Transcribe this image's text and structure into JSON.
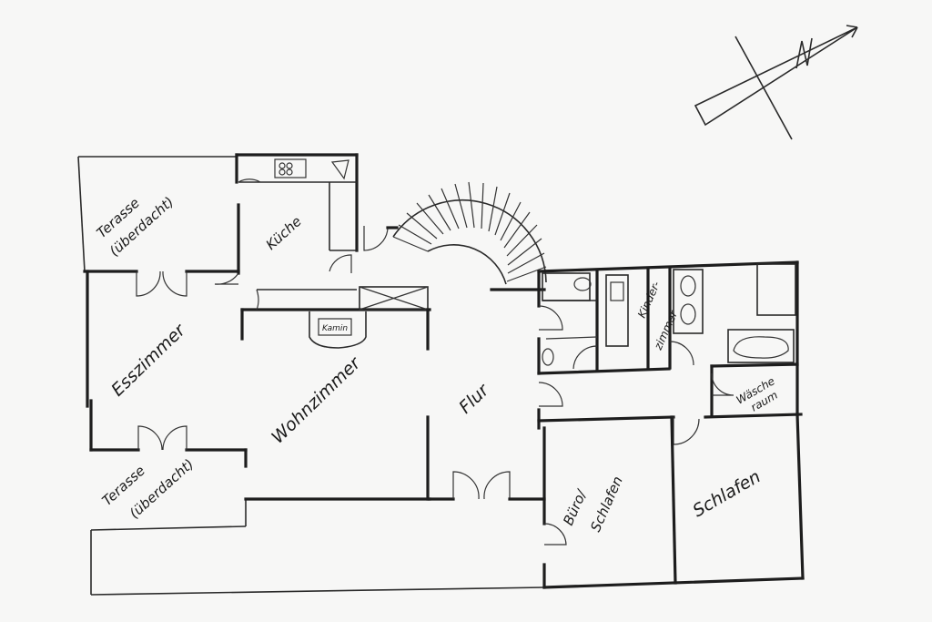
{
  "rooms": {
    "terrace_top": [
      "Terasse",
      "(überdacht)"
    ],
    "kitchen": "Küche",
    "fireplace": "Kamin",
    "dining": "Esszimmer",
    "living": "Wohnzimmer",
    "terrace_bottom": [
      "Terasse",
      "(überdacht)"
    ],
    "hall": "Flur",
    "kids_room": [
      "Kinder-",
      "zimmer"
    ],
    "laundry": [
      "Wäsche",
      "raum"
    ],
    "office": [
      "Büro/",
      "Schlafen"
    ],
    "bedroom": "Schlafen"
  },
  "compass": {
    "letter": "N",
    "icon": "north-arrow-icon"
  },
  "colors": {
    "ink": "#1d1d1d",
    "paper": "#f7f7f6"
  }
}
